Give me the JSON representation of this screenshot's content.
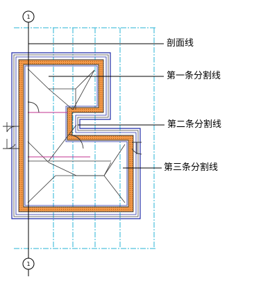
{
  "labels": {
    "section_line": "剖面线",
    "split_line_1": "第一条分割线",
    "split_line_2": "第二条分割线",
    "split_line_3": "第三条分割线"
  },
  "axis_markers": {
    "top": "1",
    "bottom": "1"
  },
  "colors": {
    "background": "#ffffff",
    "wall_fill": "#f29a4a",
    "wall_dots": "#b85a10",
    "roof_outline": "#1f2aa8",
    "wall_outline": "#333333",
    "hidden_roof": "#c0308f",
    "grid_line": "#27b3d6",
    "section_line": "#000000",
    "leader_line": "#000000"
  },
  "icons": [
    "axis-bubble-icon",
    "door-swing-icon"
  ]
}
